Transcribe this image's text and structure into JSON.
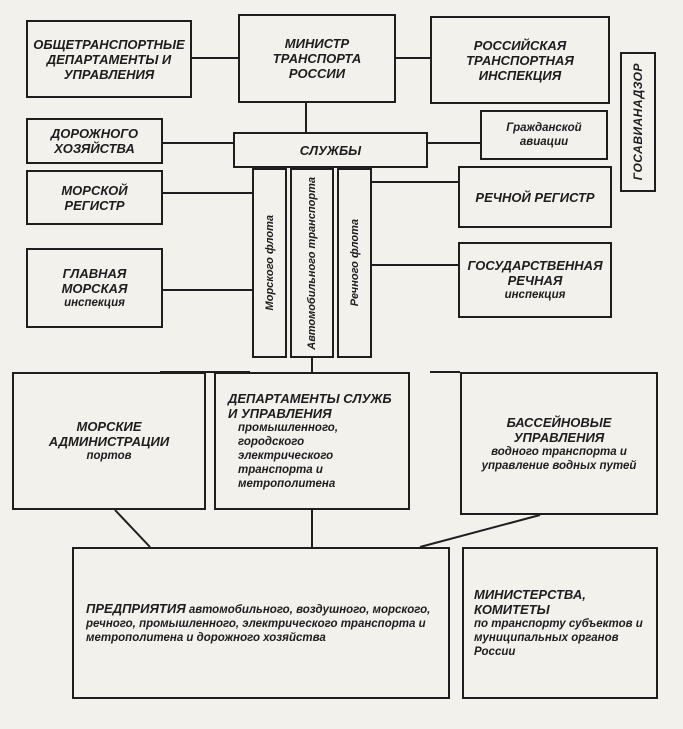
{
  "diagram": {
    "ministry": "МИНИСТР ТРАНСПОРТА РОССИИ",
    "general_departments": "ОБЩЕТРАНСПОРТНЫЕ ДЕПАРТАМЕНТЫ И УПРАВЛЕНИЯ",
    "russian_inspection": "РОССИЙСКАЯ ТРАНСПОРТНАЯ ИНСПЕКЦИЯ",
    "gosavianadzor": "ГОСАВИАНАДЗОР",
    "road_economy": "ДОРОЖНОГО ХОЗЯЙСТВА",
    "services": "СЛУЖБЫ",
    "civil_aviation": "Гражданской авиации",
    "maritime_register": "МОРСКОЙ РЕГИСТР",
    "river_register": "РЕЧНОЙ РЕГИСТР",
    "main_maritime_title": "ГЛАВНАЯ МОРСКАЯ",
    "main_maritime_sub": "инспекция",
    "state_river_title": "ГОСУДАРСТВЕННАЯ РЕЧНАЯ",
    "state_river_sub": "инспекция",
    "vertical_services": [
      "Морского флота",
      "Автомобильного транспорта",
      "Речного флота"
    ],
    "maritime_admin_title": "МОРСКИЕ АДМИНИСТРАЦИИ",
    "maritime_admin_sub": "портов",
    "departments_title": "ДЕПАРТАМЕНТЫ СЛУЖБ И УПРАВЛЕНИЯ",
    "departments_sub": "промышленного, городского электрического транспорта и метрополитена",
    "basin_title": "БАССЕЙНОВЫЕ УПРАВЛЕНИЯ",
    "basin_sub": "водного транспорта и управление водных путей",
    "enterprises_title": "ПРЕДПРИЯТИЯ",
    "enterprises_sub": "автомобильного, воздушного, морского, речного, промышленного, электрического транспорта и метрополитена и дорожного хозяйства",
    "ministries_title": "МИНИСТЕРСТВА, КОМИТЕТЫ",
    "ministries_sub": "по транспорту субъектов и муниципальных органов России"
  },
  "colors": {
    "ink": "#1e1e1e",
    "paper": "#f3f1ec"
  }
}
